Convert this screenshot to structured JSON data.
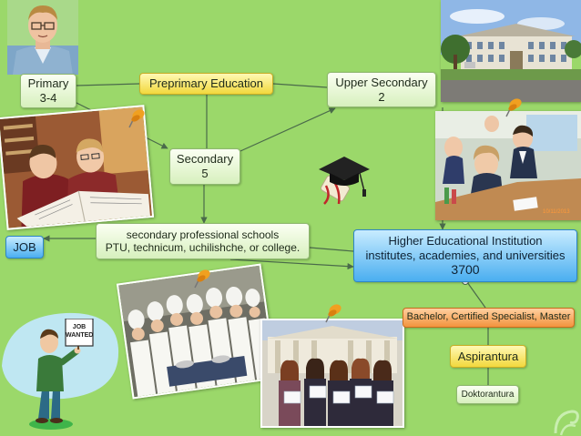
{
  "nodes": {
    "primary": {
      "label": "Primary",
      "sub": "3-4"
    },
    "preprimary": {
      "label": "Preprimary Education"
    },
    "upper_secondary": {
      "label": "Upper Secondary",
      "sub": "2"
    },
    "secondary": {
      "label": "Secondary",
      "sub": "5"
    },
    "job": {
      "label": "JOB"
    },
    "professional": {
      "line1": "secondary professional schools",
      "line2": "PTU, technicum, uchilishche, or college."
    },
    "higher": {
      "line1": "Higher Educational Institution",
      "line2": "institutes, academies, and universities",
      "sub": "3700"
    },
    "bachelor": {
      "label": "Bachelor, Certified Specialist, Master"
    },
    "aspirantura": {
      "label": "Aspirantura"
    },
    "doktorantura": {
      "label": "Doktorantura"
    }
  },
  "sign": {
    "line1": "JOB",
    "line2": "WANTED"
  },
  "colors": {
    "background": "#9bd86a",
    "node_green": "#d7f0bd",
    "node_yellow": "#f2d83d",
    "node_blue": "#4aaef0",
    "node_orange": "#f3933e",
    "connector": "#4a6a4a"
  },
  "images": [
    "boy-with-glasses-photo",
    "school-building-photo",
    "boys-reading-photo",
    "classroom-children-photo",
    "chef-students-photo",
    "graduates-with-diplomas-photo",
    "job-wanted-man-illustration",
    "graduation-cap-illustration"
  ]
}
